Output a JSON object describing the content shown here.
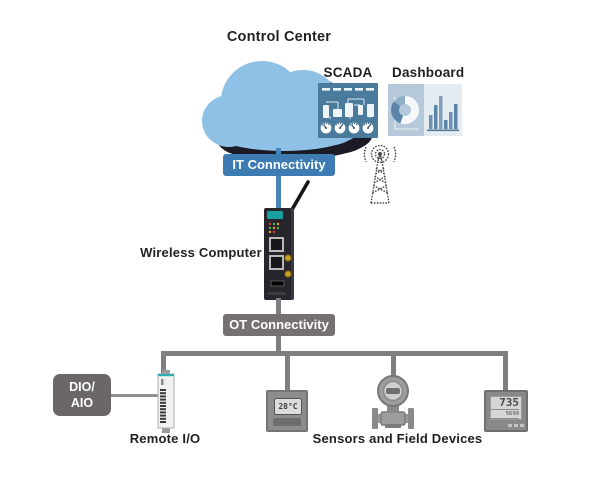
{
  "title": {
    "label": "Control Center"
  },
  "scada": {
    "label": "SCADA"
  },
  "dashboard": {
    "label": "Dashboard"
  },
  "it_bar": {
    "label": "IT Connectivity"
  },
  "wireless_computer": {
    "label": "Wireless Computer"
  },
  "ot_bar": {
    "label": "OT Connectivity"
  },
  "dio_aio": {
    "line1": "DIO/",
    "line2": "AIO"
  },
  "remote_io": {
    "label": "Remote I/O"
  },
  "sensors": {
    "label": "Sensors and Field Devices"
  },
  "temp_sensor": {
    "reading": "28°C"
  },
  "meter": {
    "value": "735",
    "sub_value": "5699"
  },
  "colors": {
    "cloud": "#8fc1e7",
    "cloud_shadow": "#1b1b25",
    "it_bar": "#3d7cb2",
    "ot_bar": "#767072",
    "scada_panel": "#4a7b9c",
    "dashboard_tile_left": "#b5c9da",
    "dashboard_tile_right": "#e4ebf1",
    "dashboard_accent": "#5b84a9",
    "accent_teal": "#18a0a0",
    "connector_blue": "#4886b8",
    "connector_gray": "#7f7f7f",
    "text_dark": "#231f20"
  }
}
